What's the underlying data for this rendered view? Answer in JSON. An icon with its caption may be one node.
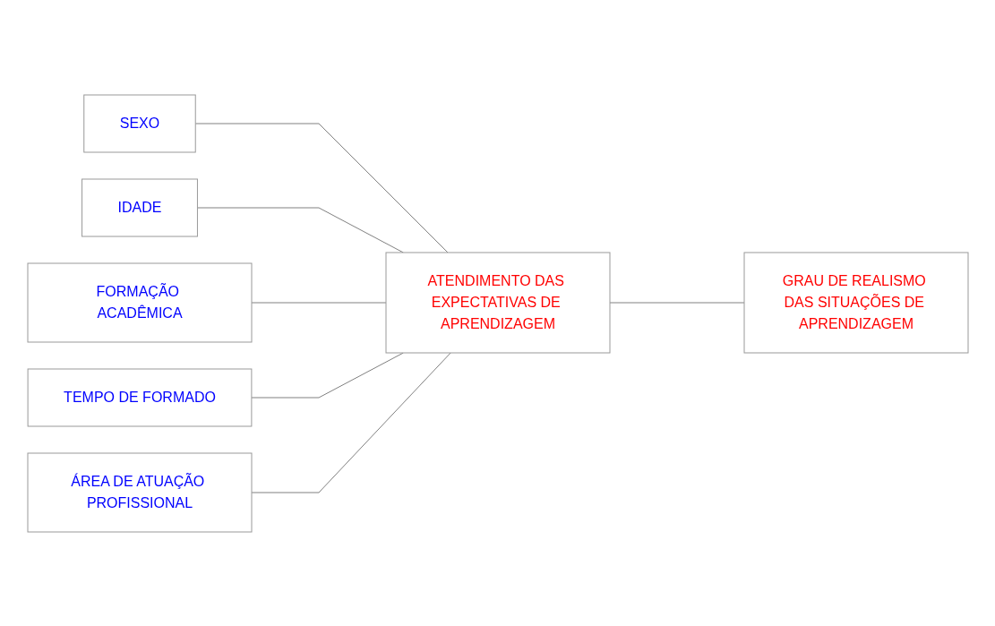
{
  "diagram": {
    "nodes": [
      {
        "text": [
          "SEXO"
        ]
      },
      {
        "text": [
          "IDADE"
        ]
      },
      {
        "text": [
          "FORMAÇÃO ACADÊMICA"
        ]
      },
      {
        "text": [
          "TEMPO DE FORMADO"
        ]
      },
      {
        "text": [
          "ÁREA DE ATUAÇÃO PROFISSIONAL"
        ]
      },
      {
        "text": [
          "ATENDIMENTO DAS EXPECTATIVAS DE APRENDIZAGEM"
        ]
      },
      {
        "text": [
          "GRAU DE REALISMO DAS SITUAÇÕES DE APRENDIZAGEM"
        ]
      }
    ],
    "edges": [
      {
        "from": 0,
        "to": 5,
        "arrow": "none"
      },
      {
        "from": 1,
        "to": 5,
        "arrow": "none"
      },
      {
        "from": 2,
        "to": 5,
        "arrow": "none"
      },
      {
        "from": 3,
        "to": 5,
        "arrow": "none"
      },
      {
        "from": 4,
        "to": 5,
        "arrow": "none"
      },
      {
        "from": 5,
        "to": 6,
        "arrow": "none"
      }
    ]
  }
}
